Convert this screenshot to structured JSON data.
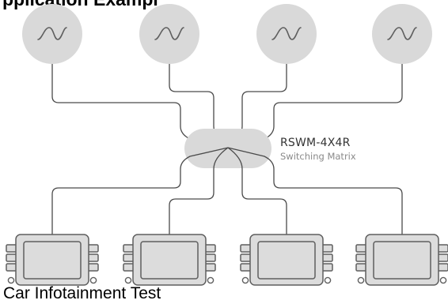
{
  "header": {
    "title_partial": "pplication Exampl"
  },
  "matrix": {
    "model": "RSWM-4X4R",
    "description": "Switching Matrix"
  },
  "inputs": [
    {
      "icon": "sine-wave-icon"
    },
    {
      "icon": "sine-wave-icon"
    },
    {
      "icon": "sine-wave-icon"
    },
    {
      "icon": "sine-wave-icon"
    }
  ],
  "outputs": [
    {
      "icon": "car-infotainment-unit-icon"
    },
    {
      "icon": "car-infotainment-unit-icon"
    },
    {
      "icon": "car-infotainment-unit-icon"
    },
    {
      "icon": "car-infotainment-unit-icon"
    }
  ],
  "caption": "Car Infotainment Test",
  "colors": {
    "node_fill": "#d9d9d9",
    "line": "#4a4a4a",
    "icon_stroke": "#5f5f5f",
    "model_text": "#333333",
    "description_text": "#8a8a8a"
  }
}
